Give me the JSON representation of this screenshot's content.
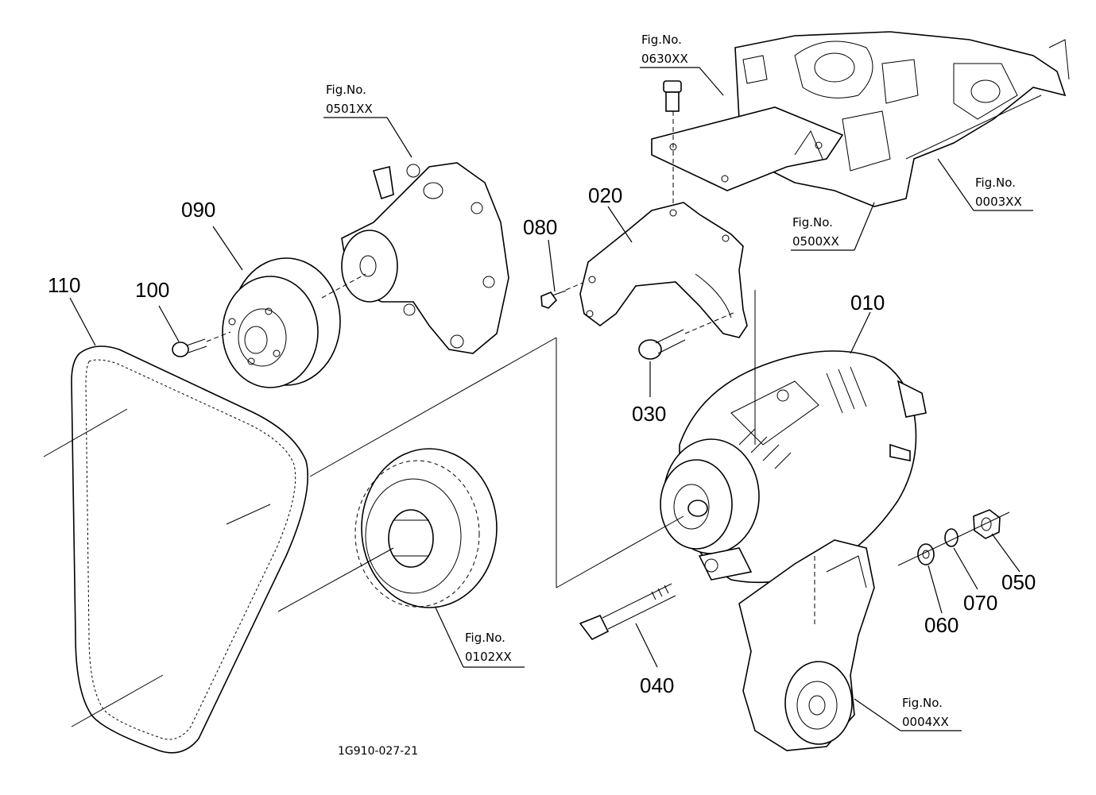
{
  "parts": [
    {
      "id": "010"
    },
    {
      "id": "020"
    },
    {
      "id": "030"
    },
    {
      "id": "040"
    },
    {
      "id": "050"
    },
    {
      "id": "060"
    },
    {
      "id": "070"
    },
    {
      "id": "080"
    },
    {
      "id": "090"
    },
    {
      "id": "100"
    },
    {
      "id": "110"
    }
  ],
  "fig_refs": [
    {
      "label": "Fig.No.",
      "code": "0630XX"
    },
    {
      "label": "Fig.No.",
      "code": "0501XX"
    },
    {
      "label": "Fig.No.",
      "code": "0003XX"
    },
    {
      "label": "Fig.No.",
      "code": "0500XX"
    },
    {
      "label": "Fig.No.",
      "code": "0102XX"
    },
    {
      "label": "Fig.No.",
      "code": "0004XX"
    }
  ],
  "drawing_id": "1G910-027-21"
}
